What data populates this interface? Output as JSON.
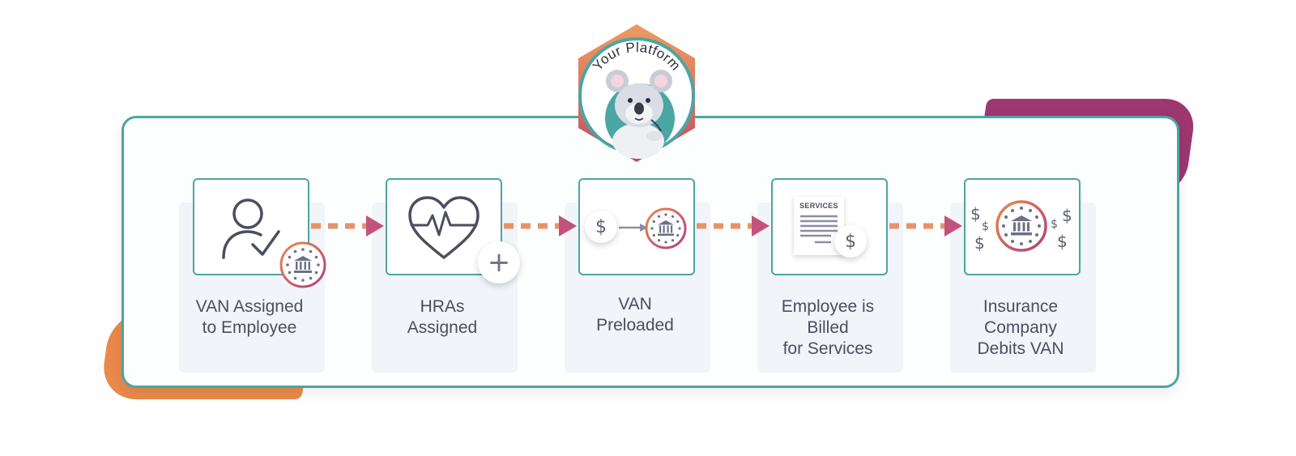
{
  "badge": {
    "text": "Your Platform"
  },
  "steps": [
    {
      "lines": [
        "VAN Assigned",
        "to Employee"
      ]
    },
    {
      "lines": [
        "HRAs",
        "Assigned"
      ]
    },
    {
      "lines": [
        "VAN",
        "Preloaded"
      ]
    },
    {
      "lines": [
        "Employee is",
        "Billed",
        "for Services"
      ]
    },
    {
      "lines": [
        "Insurance",
        "Company",
        "Debits VAN"
      ]
    }
  ],
  "icons": {
    "step1": "user-check-icon",
    "step2": "heart-pulse-icon",
    "step3": "dollar-to-bank-icon",
    "step4": "services-invoice-icon",
    "step5": "bank-with-dollars-icon"
  },
  "services_doc": {
    "title": "SERVICES"
  },
  "glyphs": {
    "dollar": "$",
    "plus": "+"
  },
  "colors": {
    "teal": "#4aa6a2",
    "orange": "#e98a4d",
    "purple": "#9d3770",
    "arrow_dash": "#e9926a",
    "arrow_head": "#c3527c",
    "text": "#4c4e5f"
  }
}
